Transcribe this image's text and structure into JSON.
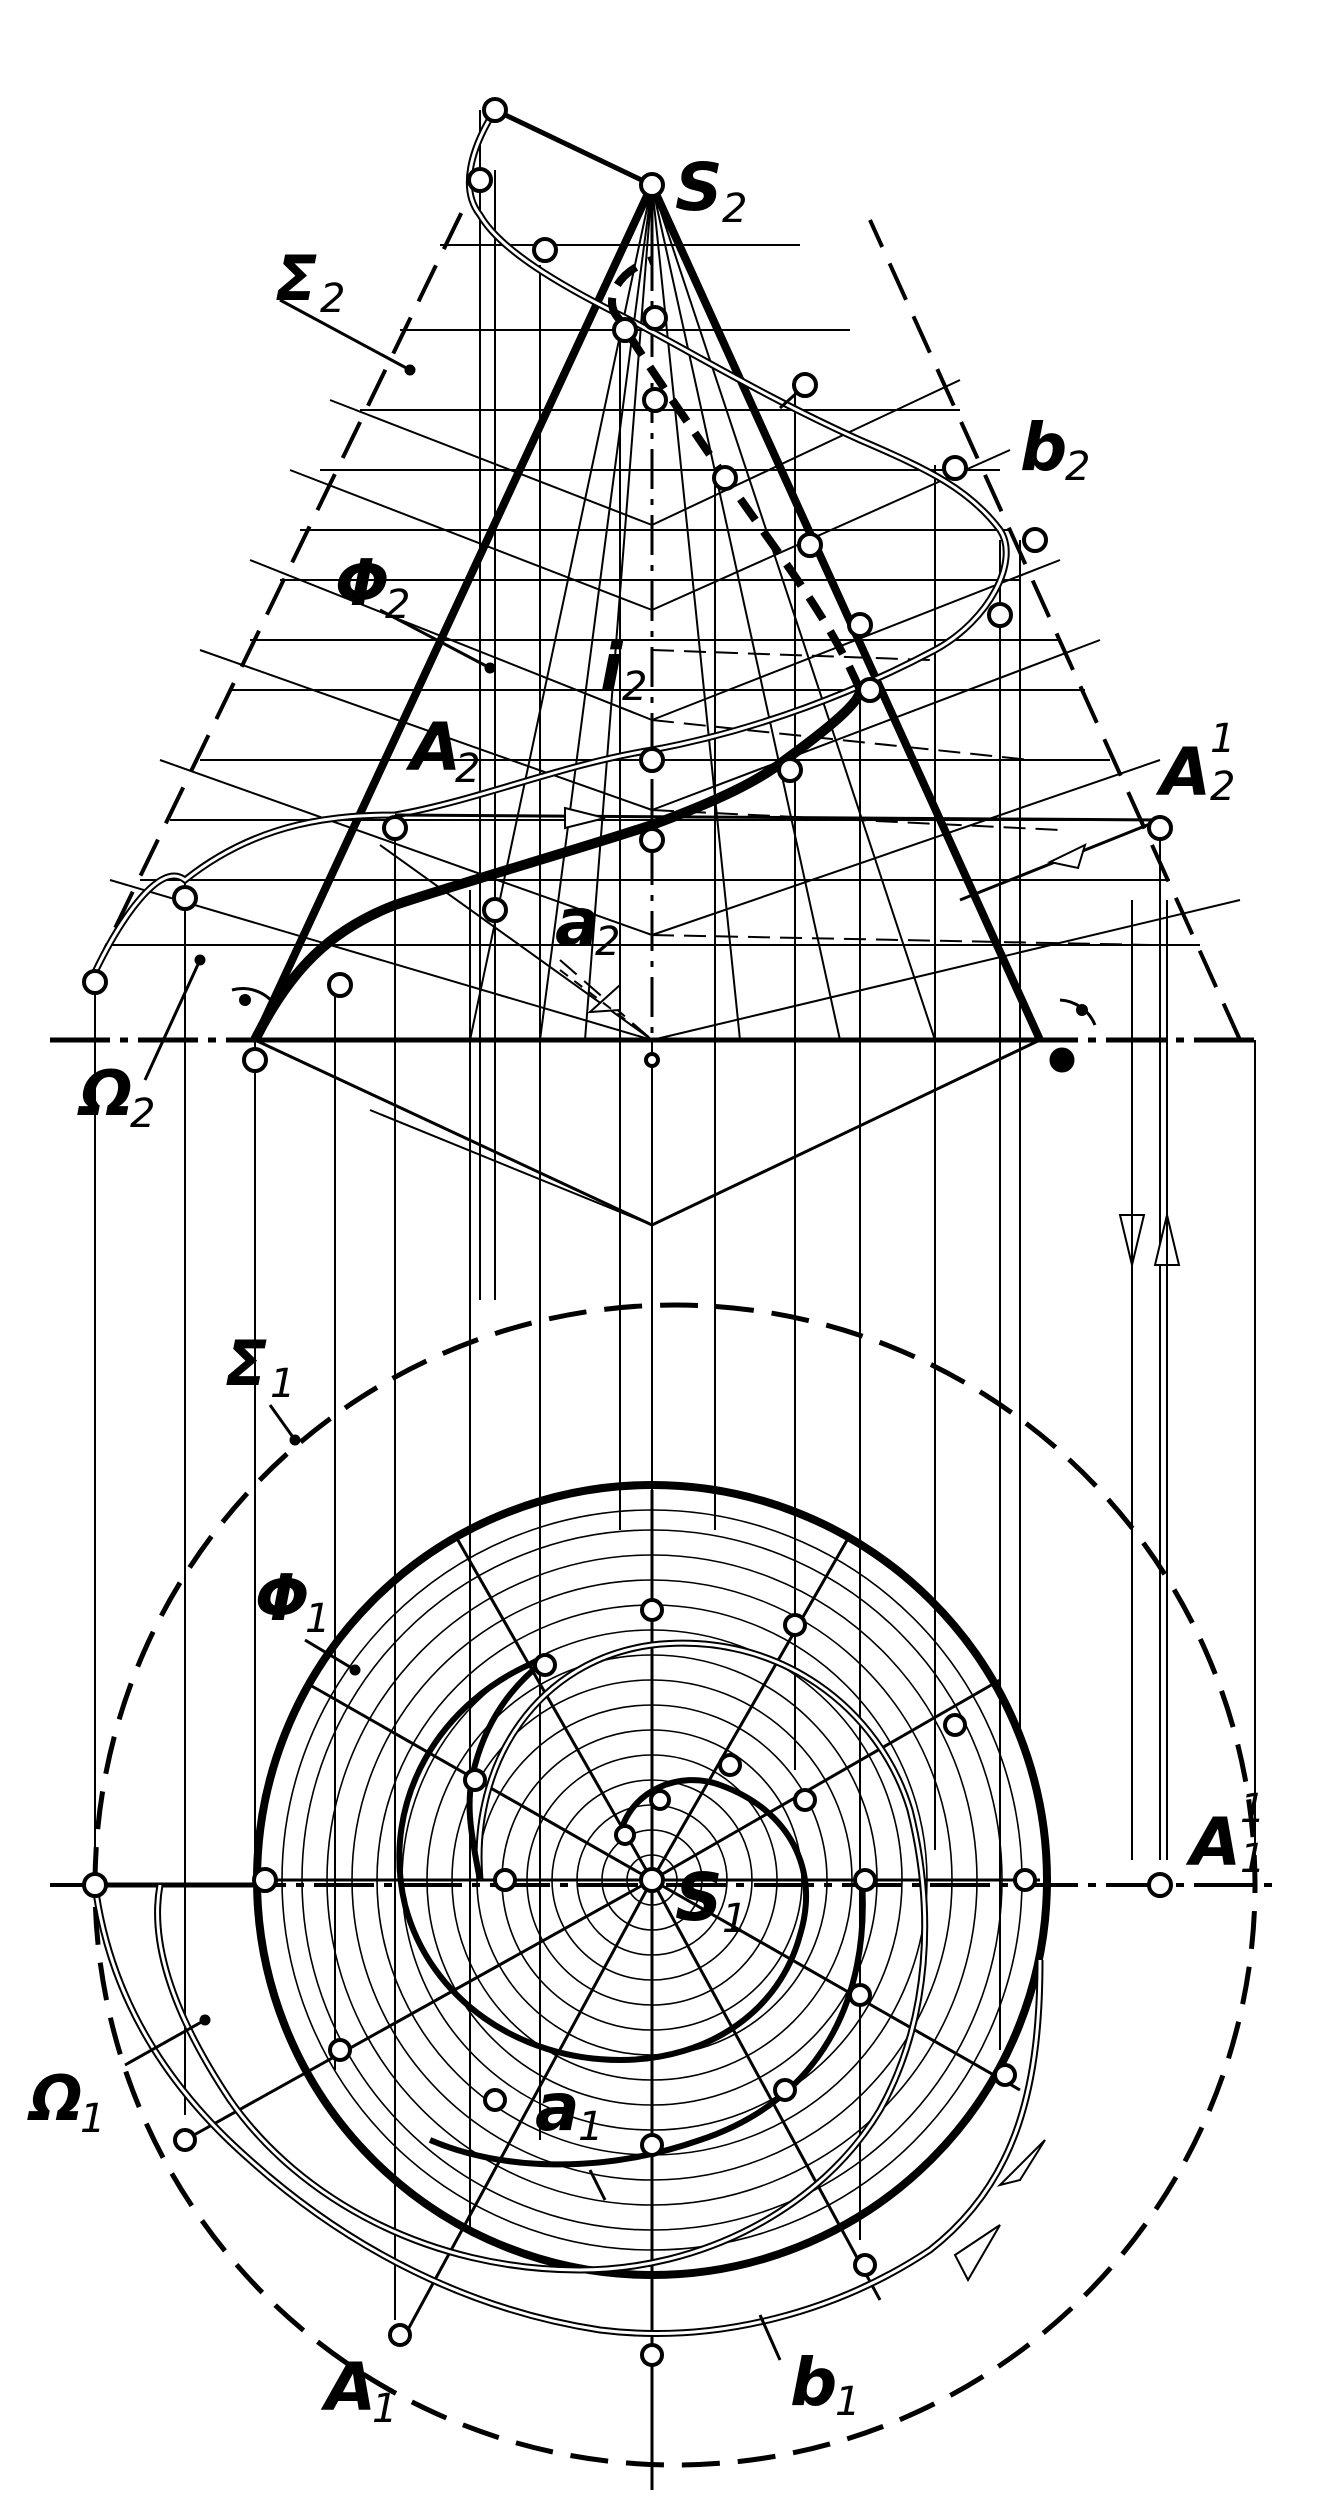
{
  "labels": {
    "S": "S",
    "S_sub2": "2",
    "S_sub1": "1",
    "Sigma": "Σ",
    "Sigma_sub2": "2",
    "Sigma_sub1": "1",
    "Phi": "Φ",
    "Phi_sub2": "2",
    "Phi_sub1": "1",
    "Omega": "Ω",
    "Omega_sub2": "2",
    "Omega_sub1": "1",
    "A": "A",
    "A_sub2": "2",
    "A_sub1": "1",
    "A_sup": "1",
    "a": "a",
    "a_sub2": "2",
    "a_sub1": "1",
    "b": "b",
    "b_sub2": "2",
    "b_sub1": "1",
    "i": "i",
    "i_sub2": "2"
  },
  "colors": {
    "ink": "#000000",
    "paper": "#ffffff"
  }
}
